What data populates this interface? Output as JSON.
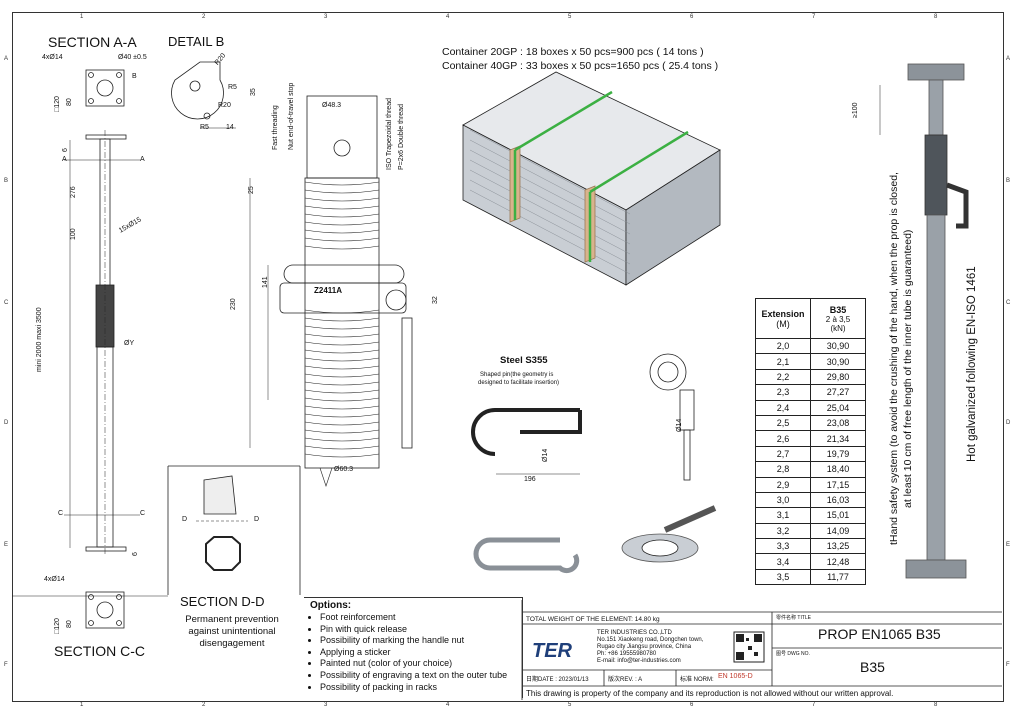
{
  "titles": {
    "section_aa": "SECTION A-A",
    "detail_b": "DETAIL B",
    "section_cc": "SECTION C-C",
    "section_dd": "SECTION D-D",
    "dd_note": [
      "Permanent prevention",
      "against unintentional",
      "disengagement"
    ]
  },
  "container": {
    "line1": "Container 20GP  : 18 boxes x 50 pcs=900 pcs  ( 14 tons )",
    "line2": "Container 40GP  : 33 boxes x 50 pcs=1650 pcs  ( 25.4 tons )"
  },
  "dims": {
    "aa_hole": "4xØ14",
    "aa_dia": "Ø40 ±0.5",
    "aa_b": "B",
    "aa_120": "□120",
    "aa_80": "80",
    "d6": "6",
    "d276": "276",
    "d100": "100",
    "holes15": "15xØ15",
    "ymark": "ØY",
    "length": "mini 2000 maxi 3500",
    "a_left": "A",
    "a_right": "A",
    "c_left": "C",
    "c_right": "C",
    "r20a": "R20",
    "r5a": "R5",
    "d35": "35",
    "r20b": "R20",
    "r5b": "R5",
    "d14": "14",
    "d48": "Ø48.3",
    "fast": "Fast threading",
    "nut_stop": "Nut end-of-travel stop",
    "iso": "ISO Trapezoidal thread",
    "iso2": "P=2x6 Double thread",
    "d25": "25",
    "d141": "141",
    "d230": "230",
    "d32": "32",
    "d603": "Ø60.3",
    "nut_mark": "Z2411A",
    "dd_d": "D",
    "dd_d2": "D",
    "cc_hole": "4xØ14",
    "cc_120": "□120",
    "cc_80": "80",
    "ge100": "≥100"
  },
  "pin": {
    "title": "Steel S355",
    "note1": "Shaped pin(the geometry is",
    "note2": "designed to facilitate insertion)",
    "d14": "Ø14",
    "len": "196",
    "nut_d": "Ø14"
  },
  "table": {
    "head_ext": "Extension",
    "head_m": "(M)",
    "head_b35": "B35",
    "head_range": "2 à 3,5",
    "head_kn": "(kN)",
    "rows": [
      [
        "2,0",
        "30,90"
      ],
      [
        "2,1",
        "30,90"
      ],
      [
        "2,2",
        "29,80"
      ],
      [
        "2,3",
        "27,27"
      ],
      [
        "2,4",
        "25,04"
      ],
      [
        "2,5",
        "23,08"
      ],
      [
        "2,6",
        "21,34"
      ],
      [
        "2,7",
        "19,79"
      ],
      [
        "2,8",
        "18,40"
      ],
      [
        "2,9",
        "17,15"
      ],
      [
        "3,0",
        "16,03"
      ],
      [
        "3,1",
        "15,01"
      ],
      [
        "3,2",
        "14,09"
      ],
      [
        "3,3",
        "13,25"
      ],
      [
        "3,4",
        "12,48"
      ],
      [
        "3,5",
        "11,77"
      ]
    ]
  },
  "right_notes": {
    "safety1": "tHand safety system (to avoid the crushing of the hand, when the prop is closed,",
    "safety2": "at least 10 cm of free length of the inner tube is guaranteed)",
    "galv": "Hot galvanized following EN-ISO 1461"
  },
  "options": {
    "title": "Options:",
    "items": [
      "Foot reinforcement",
      "Pin with quick release",
      "Possibility of marking the handle nut",
      "Applying a sticker",
      "Painted nut (color of your choice)",
      "Possibility of engraving a text on the outer tube",
      "Possibility of packing in racks"
    ]
  },
  "title_block": {
    "weight": "TOTAL WEIGHT OF THE ELEMENT:   14.80 kg",
    "company": "TER INDUSTRIES CO.,LTD",
    "addr1": "No.151 Xiaokeng road, Dongchen town,",
    "addr2": "Rugao city Jiangsu province, China",
    "phone": "Ph: +86 19555980780",
    "email": "E-mail: info@ter-industries.com",
    "logo": "TER",
    "date": "日期DATE : 2023/01/13",
    "rev": "版次REV. : A",
    "norm_label": "标准 NORM:",
    "norm_val": "EN 1065-D",
    "title_label": "零件名称 TITLE",
    "title_val": "PROP EN1065 B35",
    "dwg_label": "图号 DWG NO.",
    "dwg_val": "B35",
    "notice": "This drawing is property of the company and its reproduction is not allowed without our written approval."
  },
  "grid": {
    "top": [
      "1",
      "2",
      "3",
      "4",
      "5",
      "6",
      "7",
      "8"
    ],
    "left": [
      "A",
      "B",
      "C",
      "D",
      "E",
      "F"
    ]
  },
  "colors": {
    "line": "#222222",
    "accent": "#c0392b",
    "steel": "#9aa1a8",
    "wood": "#d9b38c",
    "band": "#3cb043"
  }
}
